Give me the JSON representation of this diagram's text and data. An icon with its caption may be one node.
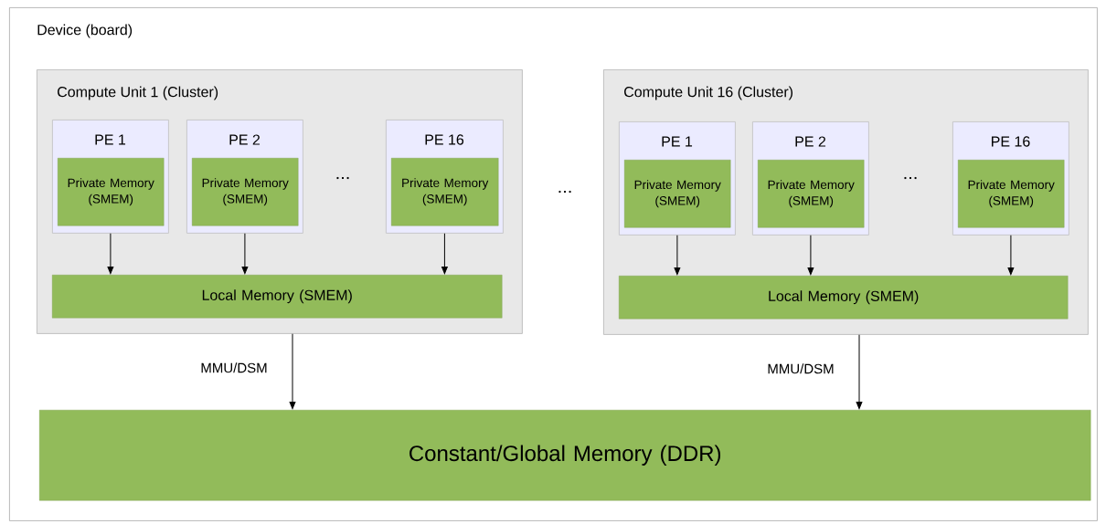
{
  "diagram": {
    "nodes": [
      {
        "text": [
          "Device (board)"
        ]
      },
      {
        "text": [
          "Compute Unit 1 (Cluster)"
        ],
        "in": 0
      },
      {
        "text": [
          "PE 1"
        ],
        "in": 1
      },
      {
        "text": [
          "Private Memory (SMEM)"
        ],
        "in": 2
      },
      {
        "text": [
          "PE 2"
        ],
        "in": 1
      },
      {
        "text": [
          "Private Memory (SMEM)"
        ],
        "in": 4
      },
      {
        "text": [
          "PE 16"
        ],
        "in": 1
      },
      {
        "text": [
          "Private Memory (SMEM)"
        ],
        "in": 6
      },
      {
        "text": [
          "Local Memory (SMEM)"
        ],
        "in": 1
      },
      {
        "text": [
          "Compute Unit 16 (Cluster)"
        ],
        "in": 0
      },
      {
        "text": [
          "PE 1"
        ],
        "in": 9
      },
      {
        "text": [
          "Private Memory (SMEM)"
        ],
        "in": 10
      },
      {
        "text": [
          "PE 2"
        ],
        "in": 9
      },
      {
        "text": [
          "Private Memory (SMEM)"
        ],
        "in": 12
      },
      {
        "text": [
          "PE 16"
        ],
        "in": 9
      },
      {
        "text": [
          "Private Memory (SMEM)"
        ],
        "in": 14
      },
      {
        "text": [
          "Local Memory (SMEM)"
        ],
        "in": 9
      },
      {
        "text": [
          "Constant/Global Memory (DDR)"
        ],
        "in": 0
      }
    ],
    "edges": [
      {
        "from": 2,
        "to": 8,
        "arrow": "to"
      },
      {
        "from": 4,
        "to": 8,
        "arrow": "to"
      },
      {
        "from": 6,
        "to": 8,
        "arrow": "to"
      },
      {
        "from": 10,
        "to": 16,
        "arrow": "to"
      },
      {
        "from": 12,
        "to": 16,
        "arrow": "to"
      },
      {
        "from": 14,
        "to": 16,
        "arrow": "to"
      },
      {
        "from": 1,
        "to": 17,
        "label": "MMU/DSM",
        "arrow": "to"
      },
      {
        "from": 9,
        "to": 17,
        "label": "MMU/DSM",
        "arrow": "to"
      }
    ],
    "labels": [
      "...",
      "...",
      "..."
    ]
  }
}
